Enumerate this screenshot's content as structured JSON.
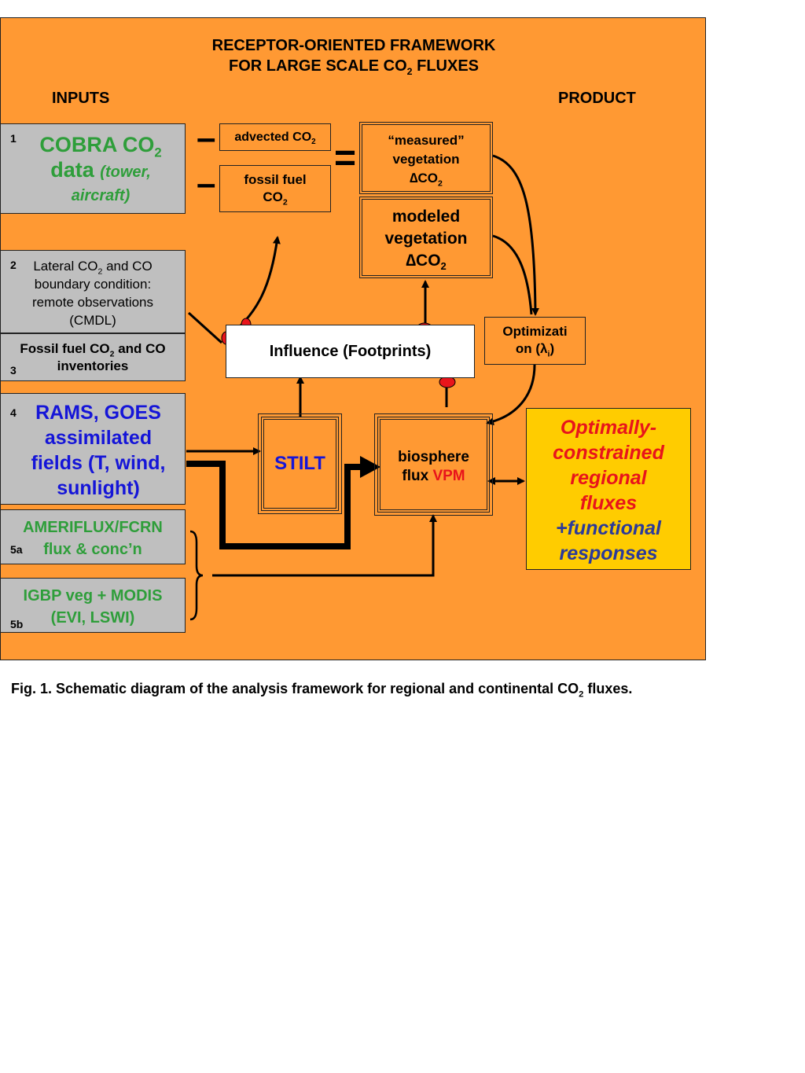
{
  "title": {
    "line1": "RECEPTOR-ORIENTED FRAMEWORK",
    "line2_a": "FOR LARGE SCALE CO",
    "line2_sub": "2",
    "line2_b": " FLUXES"
  },
  "headers": {
    "inputs": "INPUTS",
    "product": "PRODUCT"
  },
  "inputs": {
    "cobra": {
      "num": "1",
      "a": "COBRA CO",
      "sub": "2",
      "b": "data",
      "c": "(tower,",
      "d": "aircraft)"
    },
    "lateral": {
      "num": "2",
      "a": "Lateral CO",
      "sub": "2",
      "b": " and CO",
      "c": "boundary condition:",
      "d": "remote observations",
      "e": "(CMDL)"
    },
    "fossil_inv": {
      "num": "3",
      "a": "Fossil fuel CO",
      "sub": "2",
      "b": " and CO",
      "c": "inventories"
    },
    "rams": {
      "num": "4",
      "a": "RAMS, GOES",
      "b": "assimilated",
      "c": "fields (T, wind,",
      "d": "sunlight)"
    },
    "ameriflux": {
      "num": "5a",
      "a": "AMERIFLUX/FCRN",
      "b": "flux & conc’n"
    },
    "igbp": {
      "num": "5b",
      "a": "IGBP veg + MODIS",
      "b": "(EVI, LSWI)"
    }
  },
  "nodes": {
    "advected": {
      "a": "advected CO",
      "sub": "2"
    },
    "fossil_fuel": {
      "a": "fossil fuel",
      "b": "CO",
      "sub": "2"
    },
    "measured": {
      "a": "“measured”",
      "b": "vegetation",
      "c": "∆CO",
      "sub": "2"
    },
    "modeled": {
      "a": "modeled",
      "b": "vegetation",
      "c": "∆CO",
      "sub": "2"
    },
    "influence": "Influence (Footprints)",
    "optimization": {
      "a": "Optimizati",
      "b": "on (λ",
      "sub": "i",
      "c": ")"
    },
    "stilt": "STILT",
    "biosphere": {
      "a": "biosphere",
      "b": "flux ",
      "c": "VPM"
    },
    "product": {
      "a": "Optimally-",
      "b": "constrained",
      "c": "regional",
      "d": "fluxes",
      "e": "+functional",
      "f": "responses"
    }
  },
  "symbols": {
    "minus": "–",
    "equals": "="
  },
  "caption": {
    "a": "Fig. 1. Schematic diagram of the analysis framework for regional and continental CO",
    "sub": "2",
    "b": " fluxes."
  },
  "colors": {
    "panel": "#FF9933",
    "input_box": "#BFBFBF",
    "product_box": "#FFCC00",
    "green_text": "#2E9E3A",
    "blue_text": "#1515D8",
    "red_text": "#E8141B",
    "navy_text": "#2B3A9A",
    "marker": "#E8141B"
  }
}
